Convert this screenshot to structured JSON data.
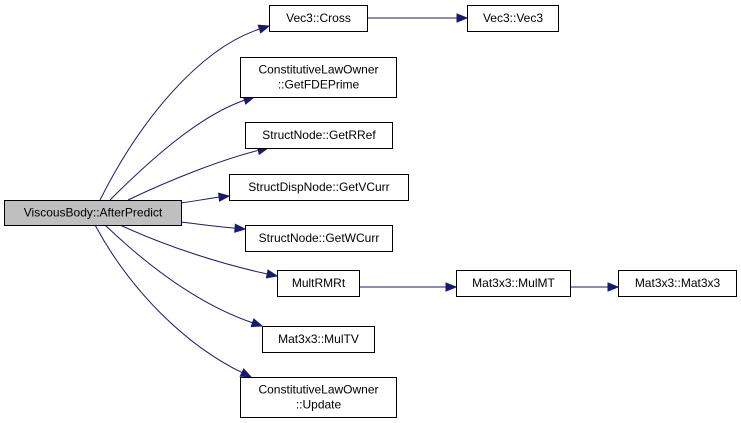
{
  "colors": {
    "edge": "#191970",
    "node_fill": "#ffffff",
    "root_fill": "#bfbfbf",
    "node_border": "#000000"
  },
  "graph": {
    "root": "ViscousBody::AfterPredict",
    "nodes": [
      {
        "id": "afterpredict",
        "lines": [
          "ViscousBody::AfterPredict"
        ],
        "highlighted": true
      },
      {
        "id": "cross",
        "lines": [
          "Vec3::Cross"
        ]
      },
      {
        "id": "vec3",
        "lines": [
          "Vec3::Vec3"
        ]
      },
      {
        "id": "getfdeprime",
        "lines": [
          "ConstitutiveLawOwner",
          "::GetFDEPrime"
        ]
      },
      {
        "id": "getrref",
        "lines": [
          "StructNode::GetRRef"
        ]
      },
      {
        "id": "getvcurr",
        "lines": [
          "StructDispNode::GetVCurr"
        ]
      },
      {
        "id": "getwcurr",
        "lines": [
          "StructNode::GetWCurr"
        ]
      },
      {
        "id": "multrmrt",
        "lines": [
          "MultRMRt"
        ]
      },
      {
        "id": "mulmt",
        "lines": [
          "Mat3x3::MulMT"
        ]
      },
      {
        "id": "mat3x3",
        "lines": [
          "Mat3x3::Mat3x3"
        ]
      },
      {
        "id": "multv",
        "lines": [
          "Mat3x3::MulTV"
        ]
      },
      {
        "id": "update",
        "lines": [
          "ConstitutiveLawOwner",
          "::Update"
        ]
      }
    ],
    "edges": [
      {
        "from": "afterpredict",
        "to": "cross"
      },
      {
        "from": "afterpredict",
        "to": "getfdeprime"
      },
      {
        "from": "afterpredict",
        "to": "getrref"
      },
      {
        "from": "afterpredict",
        "to": "getvcurr"
      },
      {
        "from": "afterpredict",
        "to": "getwcurr"
      },
      {
        "from": "afterpredict",
        "to": "multrmrt"
      },
      {
        "from": "afterpredict",
        "to": "multv"
      },
      {
        "from": "afterpredict",
        "to": "update"
      },
      {
        "from": "cross",
        "to": "vec3"
      },
      {
        "from": "multrmrt",
        "to": "mulmt"
      },
      {
        "from": "mulmt",
        "to": "mat3x3"
      }
    ]
  }
}
